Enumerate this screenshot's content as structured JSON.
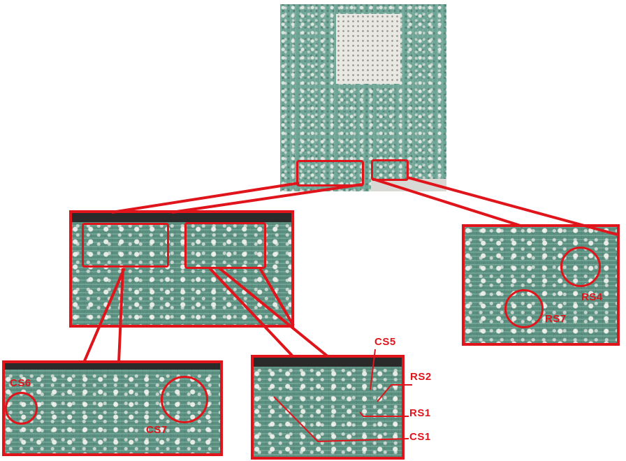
{
  "labels": {
    "cs6": "CS6",
    "cs7": "CS7",
    "cs5": "CS5",
    "rs2": "RS2",
    "rs1": "RS1",
    "cs1": "CS1",
    "rs4": "RS4",
    "rs7": "RS7"
  },
  "colors": {
    "annotation": "#e0141b",
    "pcb": "#6fa596"
  }
}
